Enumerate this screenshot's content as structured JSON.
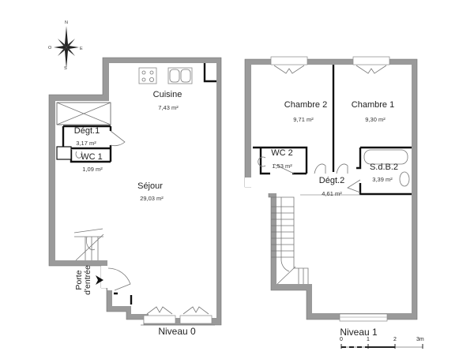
{
  "compass": {
    "north": "N",
    "south": "S",
    "east": "E",
    "west": "O",
    "icon": "compass-rose-icon"
  },
  "levels": [
    {
      "label": "Niveau 0",
      "rooms": [
        {
          "name": "Cuisine",
          "area": "7,43 m²"
        },
        {
          "name": "Dégt.1",
          "area": "3,17 m²"
        },
        {
          "name": "WC 1",
          "area": "1,09 m²"
        },
        {
          "name": "Séjour",
          "area": "29,03 m²"
        }
      ],
      "entrance_label_line1": "Porte",
      "entrance_label_line2": "d'entrée",
      "entrance_icon": "arrow-right-icon"
    },
    {
      "label": "Niveau 1",
      "rooms": [
        {
          "name": "Chambre 2",
          "area": "9,71 m²"
        },
        {
          "name": "Chambre 1",
          "area": "9,30 m²"
        },
        {
          "name": "WC 2",
          "area": "1,53 m²"
        },
        {
          "name": "Dégt.2",
          "area": "4,61 m²"
        },
        {
          "name": "S.d.B.2",
          "area": "3,39 m²"
        }
      ]
    }
  ],
  "scale": {
    "ticks": [
      "0",
      "1",
      "2",
      "3m"
    ]
  },
  "colors": {
    "wall": "#9a9a9a",
    "partition": "#111111",
    "background": "#ffffff"
  }
}
